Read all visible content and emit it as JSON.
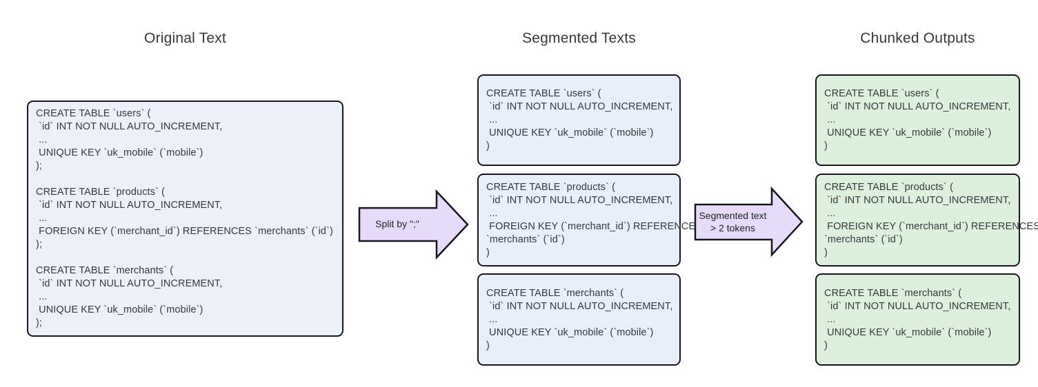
{
  "diagram": {
    "columns": [
      {
        "title": "Original Text",
        "boxes": [
          {
            "text": "CREATE TABLE `users` (\n `id` INT NOT NULL AUTO_INCREMENT,\n ...\n UNIQUE KEY `uk_mobile` (`mobile`)\n);\n\nCREATE TABLE `products` (\n `id` INT NOT NULL AUTO_INCREMENT,\n ...\n FOREIGN KEY (`merchant_id`) REFERENCES `merchants` (`id`)\n);\n\nCREATE TABLE `merchants` (\n `id` INT NOT NULL AUTO_INCREMENT,\n ...\n UNIQUE KEY `uk_mobile` (`mobile`)\n);"
          }
        ]
      },
      {
        "title": "Segmented Texts",
        "boxes": [
          {
            "text": "CREATE TABLE `users` (\n `id` INT NOT NULL AUTO_INCREMENT,\n ...\n UNIQUE KEY `uk_mobile` (`mobile`)\n)"
          },
          {
            "text": "CREATE TABLE `products` (\n `id` INT NOT NULL AUTO_INCREMENT,\n ...\n FOREIGN KEY (`merchant_id`) REFERENCES\n`merchants` (`id`)\n)"
          },
          {
            "text": "CREATE TABLE `merchants` (\n `id` INT NOT NULL AUTO_INCREMENT,\n ...\n UNIQUE KEY `uk_mobile` (`mobile`)\n)"
          }
        ]
      },
      {
        "title": "Chunked Outputs",
        "boxes": [
          {
            "text": "CREATE TABLE `users` (\n `id` INT NOT NULL AUTO_INCREMENT,\n ...\n UNIQUE KEY `uk_mobile` (`mobile`)\n)"
          },
          {
            "text": "CREATE TABLE `products` (\n `id` INT NOT NULL AUTO_INCREMENT,\n ...\n FOREIGN KEY (`merchant_id`) REFERENCES\n`merchants` (`id`)\n)"
          },
          {
            "text": "CREATE TABLE `merchants` (\n `id` INT NOT NULL AUTO_INCREMENT,\n ...\n UNIQUE KEY `uk_mobile` (`mobile`)\n)"
          }
        ]
      }
    ],
    "arrows": [
      {
        "label": "Split by \";\""
      },
      {
        "label": "Segmented text\n> 2 tokens"
      }
    ]
  },
  "colors": {
    "original_box_fill": "#ecf1f9",
    "segmented_box_fill": "#e8eefa",
    "chunked_box_fill": "#ddf0de",
    "arrow_fill": "#e6dcf9",
    "box_border": "#16161d",
    "text": "#33373b"
  }
}
